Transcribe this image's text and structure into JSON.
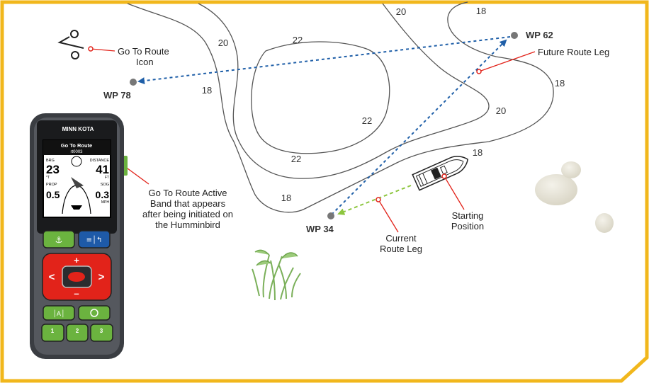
{
  "colors": {
    "frame": "#F1B71C",
    "contour": "#555555",
    "future_route": "#1F5FA8",
    "current_route": "#8DC63F",
    "callout": "#E2231A",
    "remote_body": "#3A3D42",
    "button_green": "#6BB33F",
    "button_blue": "#1E5AA8",
    "button_red": "#E2231A"
  },
  "contours": [
    {
      "value": "20",
      "id": "c1"
    },
    {
      "value": "18",
      "id": "c2"
    },
    {
      "value": "20",
      "id": "c3"
    },
    {
      "value": "22",
      "id": "c4"
    },
    {
      "value": "22",
      "id": "c5"
    },
    {
      "value": "22",
      "id": "c6"
    },
    {
      "value": "18",
      "id": "c7"
    },
    {
      "value": "20",
      "id": "c8"
    },
    {
      "value": "18",
      "id": "c9"
    },
    {
      "value": "18",
      "id": "c10"
    },
    {
      "value": "18",
      "id": "c11"
    }
  ],
  "waypoints": {
    "wp62": "WP 62",
    "wp78": "WP 78",
    "wp34": "WP 34"
  },
  "callouts": {
    "go_to_route_icon_line1": "Go To Route",
    "go_to_route_icon_line2": "Icon",
    "future_route_leg": "Future Route Leg",
    "active_band_line1": "Go To Route Active",
    "active_band_line2": "Band that appears",
    "active_band_line3": "after being initiated on",
    "active_band_line4": "the Humminbird",
    "starting_line1": "Starting",
    "starting_line2": "Position",
    "current_line1": "Current",
    "current_line2": "Route Leg"
  },
  "remote": {
    "brand": "MINN KOTA",
    "screen_title": "Go To Route",
    "route_id": "rt0003",
    "brg_label": "BRG",
    "brg_value": "23",
    "brg_unit": "°T",
    "distance_label": "DISTANCE",
    "distance_value": "41",
    "distance_unit": "FT",
    "prop_label": "PROP",
    "prop_value": "0.5",
    "sog_label": "SOG",
    "sog_value": "0.3",
    "sog_unit": "MPH",
    "plus": "+",
    "minus": "–",
    "left": "<",
    "right": ">",
    "preset1": "1",
    "preset2": "2",
    "preset3": "3"
  }
}
